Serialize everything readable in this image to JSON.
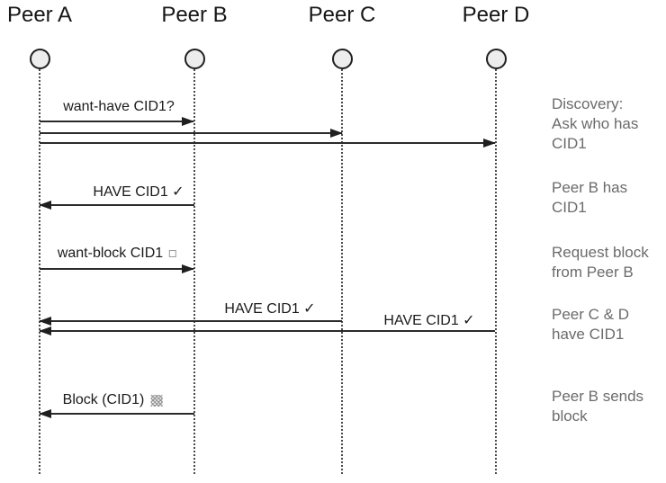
{
  "peers": [
    {
      "name": "Peer A"
    },
    {
      "name": "Peer B"
    },
    {
      "name": "Peer C"
    },
    {
      "name": "Peer D"
    }
  ],
  "messages": [
    {
      "from": "Peer A",
      "to": "Peer B",
      "label": "want-have CID1?"
    },
    {
      "from": "Peer A",
      "to": "Peer C",
      "label": ""
    },
    {
      "from": "Peer A",
      "to": "Peer D",
      "label": ""
    },
    {
      "from": "Peer B",
      "to": "Peer A",
      "label": "HAVE CID1 ✓"
    },
    {
      "from": "Peer A",
      "to": "Peer B",
      "label": "want-block CID1",
      "icon": "open-square"
    },
    {
      "from": "Peer C",
      "to": "Peer A",
      "label": "HAVE CID1 ✓"
    },
    {
      "from": "Peer D",
      "to": "Peer A",
      "label": "HAVE CID1 ✓"
    },
    {
      "from": "Peer B",
      "to": "Peer A",
      "label": "Block (CID1)",
      "icon": "hatched-square"
    }
  ],
  "notes": [
    {
      "text": "Discovery:\nAsk who has\nCID1"
    },
    {
      "text": "Peer B has\nCID1"
    },
    {
      "text": "Request block\nfrom Peer B"
    },
    {
      "text": "Peer C & D\nhave CID1"
    },
    {
      "text": "Peer B sends\nblock"
    }
  ],
  "colors": {
    "arrow": "#2b2b2b",
    "label_text": "#1a1a1a",
    "note_text": "#6b6b6b",
    "lifeline": "#4a4a4a",
    "circle_fill": "#ededed",
    "circle_stroke": "#1f1f1f"
  }
}
